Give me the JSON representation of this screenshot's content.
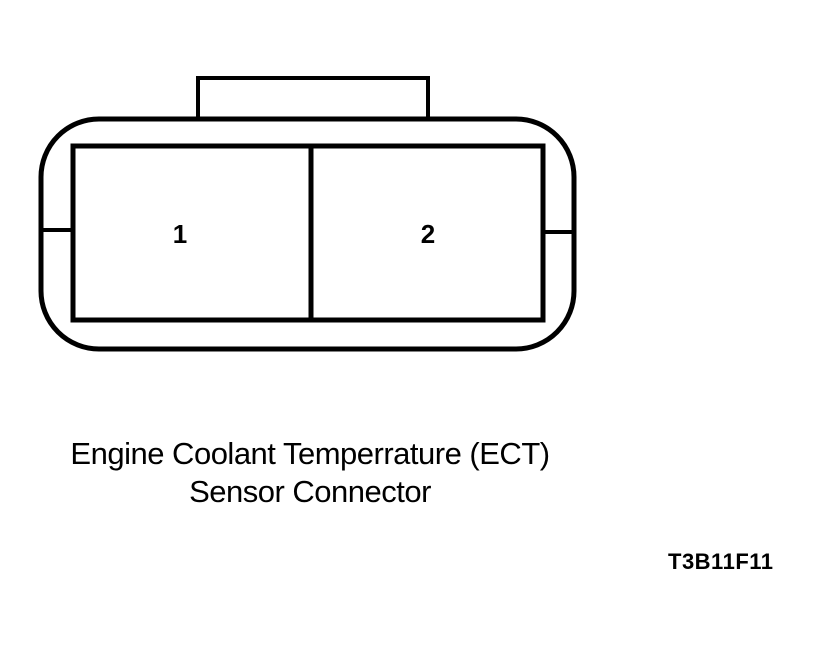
{
  "connector": {
    "pins": [
      {
        "label": "1"
      },
      {
        "label": "2"
      }
    ]
  },
  "caption": {
    "line1": "Engine Coolant Temperrature (ECT)",
    "line2": "Sensor Connector"
  },
  "figure_id": "T3B11F11"
}
